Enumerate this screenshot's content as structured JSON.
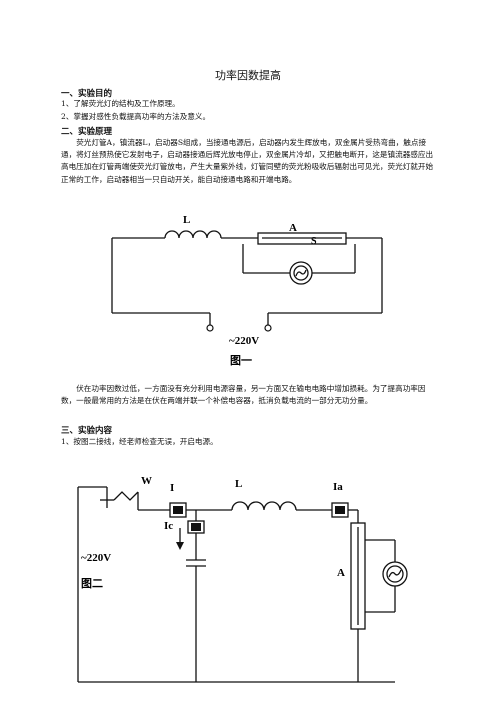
{
  "doc": {
    "title": "功率因数提高",
    "sec1_title": "一、实验目的",
    "sec1_items": [
      "1、了解荧光灯的结构及工作原理。",
      "2、掌握对感性负载提高功率的方法及意义。"
    ],
    "sec2_title": "二、实验原理",
    "sec2_para": "荧光灯管A，镇流器L，启动器S组成，当接通电源后，启动器内发生辉放电，双金属片受热弯曲，触点接通，将灯丝预热使它发射电子，启动器接通后辉光放电停止，双金属片冷却，又把触电断开，这是镇流器感应出高电压加在灯管两端使荧光灯管放电，产生大量紫外线，灯管同壁的荧光粉吸收后辐射出可见光，荧光灯就开始正常的工作，启动器相当一只自动开关，能自动接通电路和开端电路。",
    "fig1": {
      "label_L": "L",
      "label_A": "A",
      "label_S": "S",
      "label_voltage": "~220V",
      "caption": "图一"
    },
    "para2": "伏在功率因数过低，一方面没有充分利用电源容量，另一方面又在输电电路中增加损耗。为了提高功率因数，一般最常用的方法是在伏在两端并联一个补偿电容器，抵消负载电流的一部分无功分量。",
    "sec3_title": "三、实验内容",
    "sec3_item1": "1、按图二接线，经老师检查无误，开启电源。",
    "fig2": {
      "label_W": "W",
      "label_I": "I",
      "label_L": "L",
      "label_Ia": "Ia",
      "label_Ic": "Ic",
      "label_voltage": "~220V",
      "label_A": "A",
      "caption": "图二"
    }
  }
}
